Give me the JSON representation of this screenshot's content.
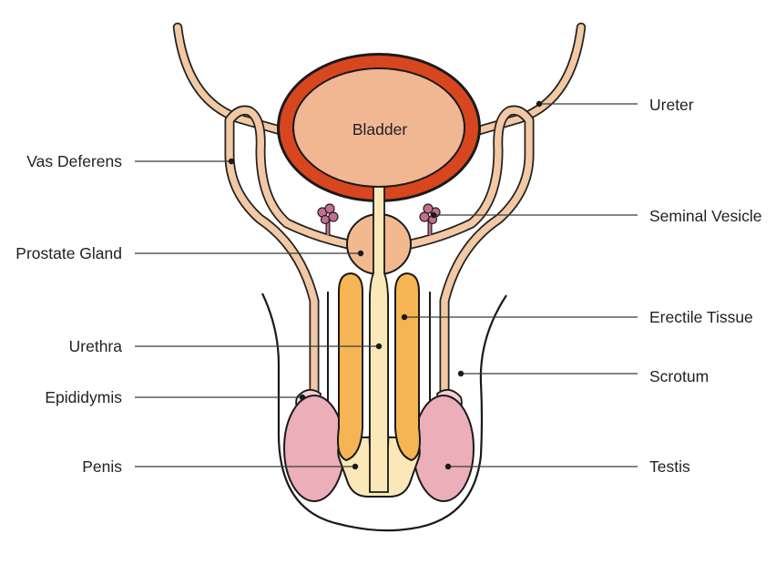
{
  "diagram": {
    "labels": {
      "bladder": "Bladder",
      "ureter": "Ureter",
      "vas_deferens": "Vas Deferens",
      "seminal_vesicle": "Seminal Vesicle",
      "prostate_gland": "Prostate Gland",
      "erectile_tissue": "Erectile Tissue",
      "urethra": "Urethra",
      "scrotum": "Scrotum",
      "epididymis": "Epididymis",
      "penis": "Penis",
      "testis": "Testis"
    },
    "colors": {
      "bladder_wall": "#d8461f",
      "bladder_fill": "#f1b793",
      "duct": "#f2c9a4",
      "duct_outline": "#222222",
      "testis": "#ecaeb8",
      "epididymis": "#f3d0d6",
      "erectile": "#f6b554",
      "urethra": "#fbe8b8",
      "prostate": "#f2b98f",
      "seminal_vesicle": "#c46e8f"
    }
  }
}
